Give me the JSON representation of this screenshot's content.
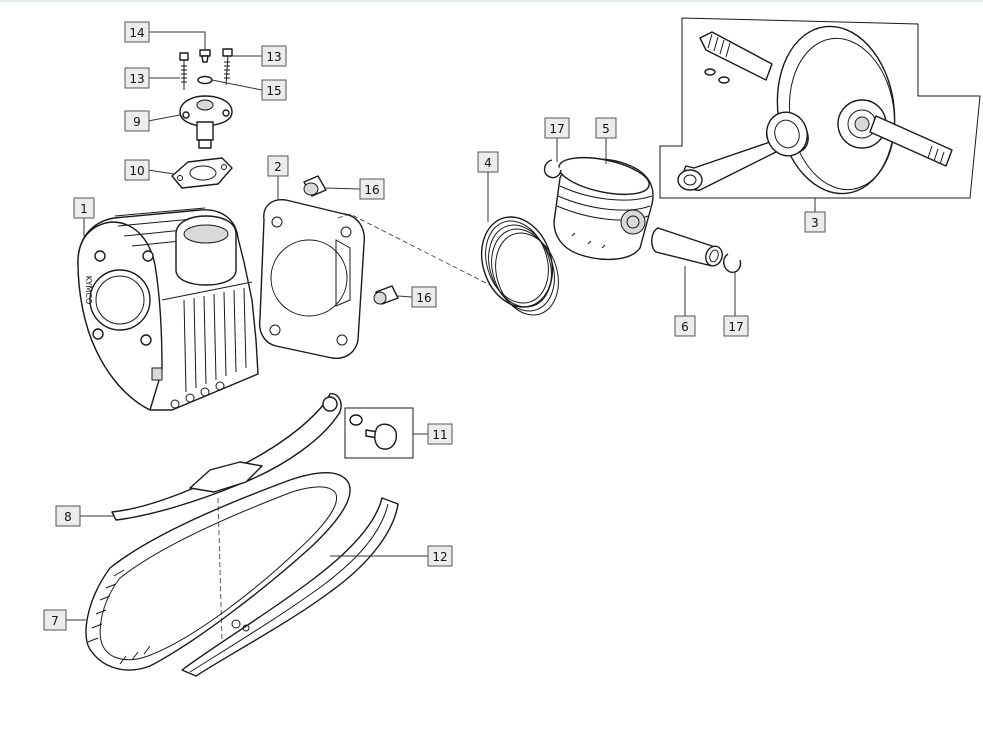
{
  "diagram": {
    "brand_text": "KYMCO",
    "callouts": [
      {
        "id": "c14a",
        "number": "14"
      },
      {
        "id": "c13a",
        "number": "13"
      },
      {
        "id": "c13b",
        "number": "13"
      },
      {
        "id": "c15",
        "number": "15"
      },
      {
        "id": "c9",
        "number": "9"
      },
      {
        "id": "c10",
        "number": "10"
      },
      {
        "id": "c1",
        "number": "1"
      },
      {
        "id": "c2",
        "number": "2"
      },
      {
        "id": "c16a",
        "number": "16"
      },
      {
        "id": "c16b",
        "number": "16"
      },
      {
        "id": "c4",
        "number": "4"
      },
      {
        "id": "c17a",
        "number": "17"
      },
      {
        "id": "c5",
        "number": "5"
      },
      {
        "id": "c6",
        "number": "6"
      },
      {
        "id": "c17b",
        "number": "17"
      },
      {
        "id": "c3",
        "number": "3"
      },
      {
        "id": "c11",
        "number": "11"
      },
      {
        "id": "c8",
        "number": "8"
      },
      {
        "id": "c12",
        "number": "12"
      },
      {
        "id": "c7",
        "number": "7"
      }
    ]
  }
}
